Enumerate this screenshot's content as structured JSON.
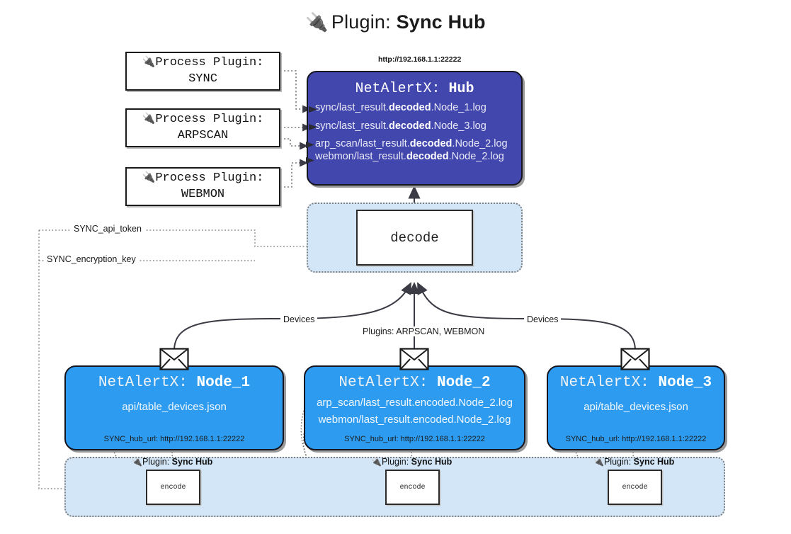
{
  "title": {
    "icon": "electric-plug-icon",
    "glyph": "🔌",
    "prefix": "Plugin:",
    "name": "Sync Hub"
  },
  "process_plugins": [
    {
      "icon": "electric-plug-icon",
      "glyph": "🔌",
      "line1": "Process Plugin:",
      "line2": "SYNC"
    },
    {
      "icon": "electric-plug-icon",
      "glyph": "🔌",
      "line1": "Process Plugin:",
      "line2": "ARPSCAN"
    },
    {
      "icon": "electric-plug-icon",
      "glyph": "🔌",
      "line1": "Process Plugin:",
      "line2": "WEBMON"
    }
  ],
  "hub": {
    "url": "http://192.168.1.1:22222",
    "title_prefix": "NetAlertX:",
    "title_name": "Hub",
    "logs": [
      {
        "pre": "sync/last_result.",
        "em": "decoded",
        "post": ".Node_1.log"
      },
      {
        "pre": "sync/last_result.",
        "em": "decoded",
        "post": ".Node_3.log"
      },
      {
        "pre": "arp_scan/last_result.",
        "em": "decoded",
        "post": ".Node_2.log"
      },
      {
        "pre": "webmon/last_result.",
        "em": "decoded",
        "post": ".Node_2.log"
      }
    ]
  },
  "decode": {
    "label": "decode"
  },
  "secrets": [
    {
      "label": "SYNC_api_token"
    },
    {
      "label": "SYNC_encryption_key"
    }
  ],
  "edge_labels": {
    "devices_left": "Devices",
    "plugins_center": "Plugins: ARPSCAN, WEBMON",
    "devices_right": "Devices"
  },
  "nodes": [
    {
      "title_prefix": "NetAlertX:",
      "title_name": "Node_1",
      "lines": [
        "api/table_devices.json"
      ],
      "footer": "SYNC_hub_url: http://192.168.1.1:22222",
      "envelope": "envelope-icon"
    },
    {
      "title_prefix": "NetAlertX:",
      "title_name": "Node_2",
      "lines": [
        "arp_scan/last_result.encoded.Node_2.log",
        "webmon/last_result.encoded.Node_2.log"
      ],
      "footer": "SYNC_hub_url: http://192.168.1.1:22222",
      "envelope": "envelope-icon"
    },
    {
      "title_prefix": "NetAlertX:",
      "title_name": "Node_3",
      "lines": [
        "api/table_devices.json"
      ],
      "footer": "SYNC_hub_url: http://192.168.1.1:22222",
      "envelope": "envelope-icon"
    }
  ],
  "encoders": [
    {
      "caption_glyph": "🔌",
      "caption_prefix": "Plugin:",
      "caption_name": "Sync Hub",
      "label": "encode"
    },
    {
      "caption_glyph": "🔌",
      "caption_prefix": "Plugin:",
      "caption_name": "Sync Hub",
      "label": "encode"
    },
    {
      "caption_glyph": "🔌",
      "caption_prefix": "Plugin:",
      "caption_name": "Sync Hub",
      "label": "encode"
    }
  ],
  "colors": {
    "hub_fill": "#4247ae",
    "node_fill": "#2d9cf0",
    "container_fill": "#d3e6f8",
    "stroke": "#15151f",
    "dotted": "#7e7e7e"
  }
}
